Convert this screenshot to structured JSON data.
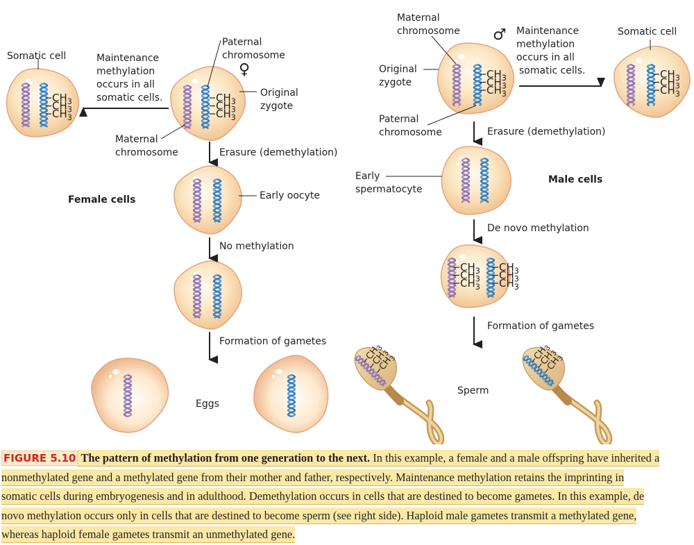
{
  "figure": {
    "female": {
      "section_label": "Female cells",
      "sex_symbol": "♀",
      "somatic_cell_label": "Somatic cell",
      "maintenance_label": [
        "Maintenance",
        "methylation",
        "occurs in all",
        "somatic cells."
      ],
      "paternal_label": [
        "Paternal",
        "chromosome"
      ],
      "maternal_label": [
        "Maternal",
        "chromosome"
      ],
      "zygote_label": [
        "Original",
        "zygote"
      ],
      "erasure_label": "Erasure (demethylation)",
      "early_oocyte_label": "Early oocyte",
      "no_methylation_label": "No methylation",
      "formation_label": "Formation of gametes",
      "eggs_label": "Eggs"
    },
    "male": {
      "section_label": "Male cells",
      "sex_symbol": "♂",
      "maternal_label": [
        "Maternal",
        "chromosome"
      ],
      "maintenance_label": [
        "Maintenance",
        "methylation",
        "occurs in all",
        "somatic cells."
      ],
      "somatic_cell_label": "Somatic cell",
      "zygote_label": [
        "Original",
        "zygote"
      ],
      "paternal_label": [
        "Paternal",
        "chromosome"
      ],
      "erasure_label": "Erasure (demethylation)",
      "early_spermatocyte_label": [
        "Early",
        "spermatocyte"
      ],
      "de_novo_label": "De novo methylation",
      "formation_label": "Formation of gametes",
      "sperm_label": "Sperm"
    },
    "methyl_group": "CH",
    "methyl_subscript": "3",
    "colors": {
      "maternal_chromosome": "#8e72b5",
      "paternal_chromosome": "#2f7ec1",
      "cell_fill": "#f9dcae",
      "cell_edge": "#e3a57f",
      "arrow": "#231f20",
      "figure_number": "#d2232a",
      "caption_highlight": "#fbe9a7"
    }
  },
  "caption": {
    "figure_number": "FIGURE 5.10",
    "title": "The pattern of methylation from one generation to the next.",
    "lines": [
      " In this example, a female and a male offspring have inherited a",
      "nonmethylated gene and a methylated gene from their mother and father, respectively. Maintenance methylation retains the imprinting in",
      "somatic cells during embryogenesis and in adulthood. Demethylation occurs in cells that are destined to become gametes. In this example, de",
      "novo methylation occurs only in cells that are destined to become sperm (see right side). Haploid male gametes transmit a methylated gene,",
      "whereas haploid female gametes transmit an unmethylated gene."
    ]
  }
}
